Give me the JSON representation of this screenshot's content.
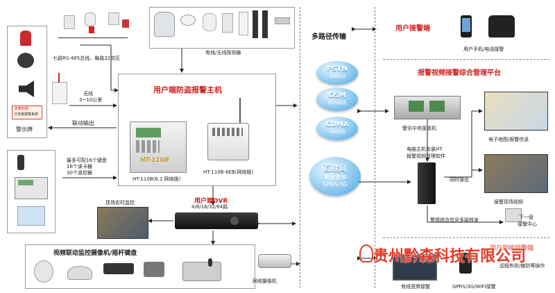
{
  "left": {
    "bus_label": "七路RS-485总线，每路32防区",
    "wireless_label": "无线",
    "wireless_range": "3~10公里",
    "linkage_output": "联动输出",
    "sign_label": "警示牌",
    "sign_brand": "宏泰科技",
    "sign_text": "已安装报警系统",
    "keypad_lines": [
      "最多可配16个键盘",
      "16个读卡器",
      "30个遥控器"
    ]
  },
  "detectors": {
    "label": "有线/无线探测器"
  },
  "host": {
    "title": "用户端防盗报警主机",
    "model_a": "HT-110B(6.1 网络版)",
    "model_b": "HT-110B-6EB(网络版)",
    "lcd_brand": "HT-110B"
  },
  "dvr": {
    "title": "用户端DVR",
    "channels": "4/8/16/32/64路",
    "monitor_label": "现场实时监控"
  },
  "cameras": {
    "title": "视频联动监控摄像机/摇杆键盘"
  },
  "net_camera": {
    "label": "网络摄像机"
  },
  "middle": {
    "title": "多路径传输",
    "pstn": {
      "main": "PSTN",
      "sub": "有线电话"
    },
    "gsm": {
      "main": "GSM",
      "sub": "移动/联通"
    },
    "cdma": {
      "main": "CDMA",
      "sub": "中国电信"
    },
    "internet": {
      "line1": "互联网",
      "line2": "有线宽带",
      "line3": "GPRS/3G"
    }
  },
  "right": {
    "user_alarm_title": "用户接警端",
    "phone_label": "用户手机/电话接警",
    "platform_title": "报警视频接警综合管理平台",
    "receiver_label": "警讯中央接收机",
    "software_label": [
      "电脑主机安装HT",
      "报警视频管理软件"
    ],
    "map_label": "电子地图/报警信息",
    "sync_label": "同时弹出",
    "video_label": "报警现场视频",
    "forward_label": "警情综合信息多级转发",
    "next_center": [
      "下一级",
      "接警中心"
    ],
    "network_title": "用户网络接警端",
    "network_ops": "远程布防/撤防等操作",
    "broadband_label": "有线宽带接警",
    "gprs_label": "GPRS/3G/WIFI接警"
  },
  "watermark": "贵州黔森科技有限公司",
  "colors": {
    "title_red": "#d21e1e",
    "stamp_red": "#e23b26",
    "bubble_blue": "#4aa6df",
    "device_grey": "#d8d8d8"
  }
}
